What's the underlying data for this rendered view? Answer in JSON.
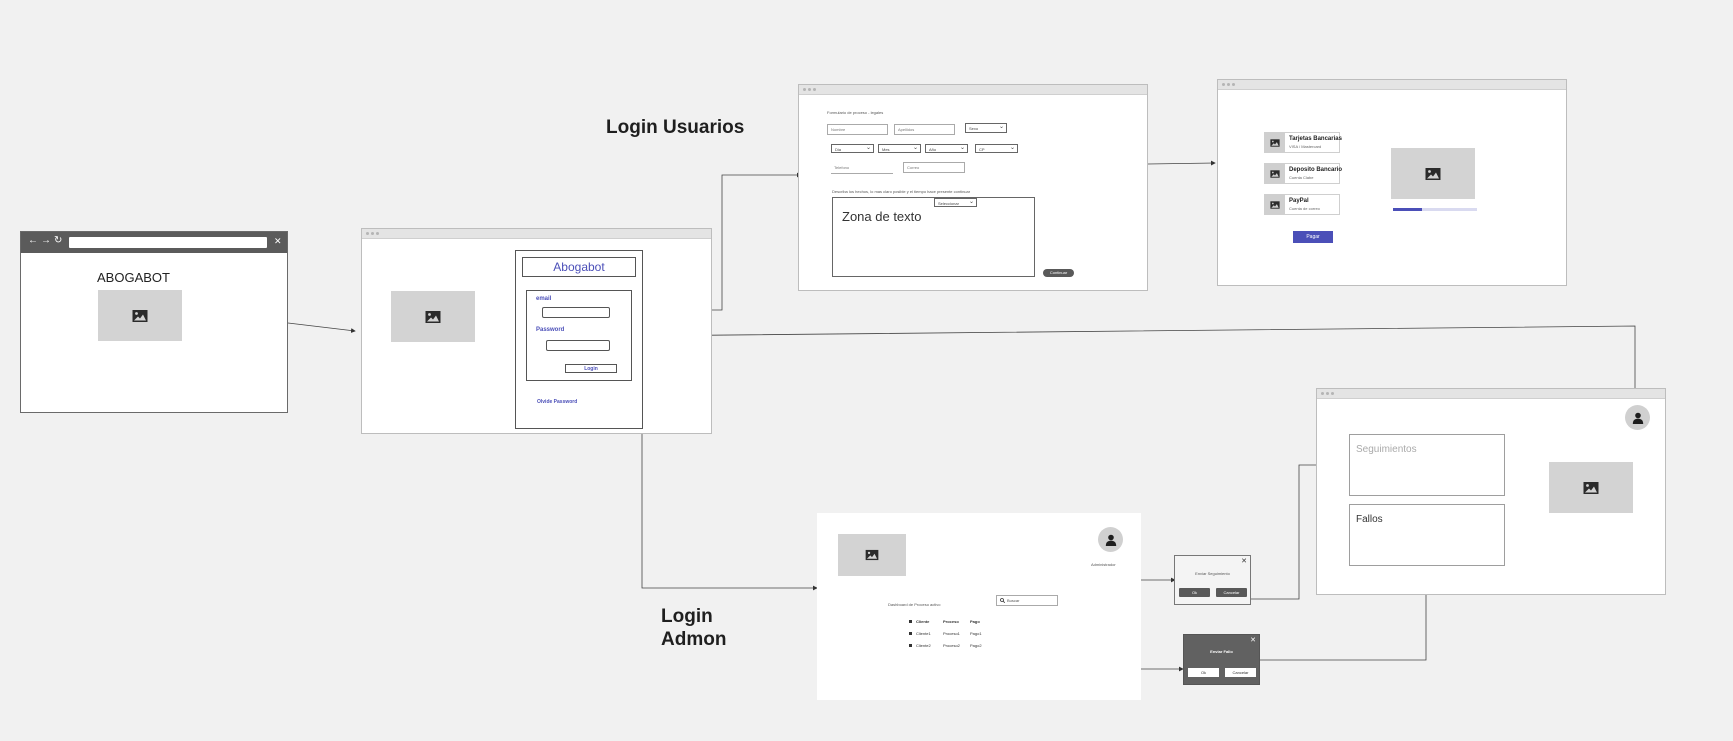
{
  "headings": {
    "login_usuarios": "Login Usuarios",
    "login_admon_line1": "Login",
    "login_admon_line2": "Admon"
  },
  "browser": {
    "title": "ABOGABOT",
    "nav_back": "←",
    "nav_forward": "→",
    "nav_reload": "↻",
    "close": "✕"
  },
  "login": {
    "title": "Abogabot",
    "email_label": "email",
    "password_label": "Password",
    "button": "Login",
    "forgot": "Olvide Password"
  },
  "form": {
    "title": "Formulario de proceso - legales",
    "nombre": "Nombre",
    "apellidos": "Apellidos",
    "sexo": "Sexo",
    "dia": "Dia",
    "mes": "Mes",
    "ano": "Año",
    "cp": "CP",
    "telefono": "Telefono",
    "correo": "Correo",
    "describe": "Describa los hechos, lo mas claro posible y el tiempo hace presente continuar",
    "textarea": "Zona de texto",
    "select": "Seleccionar",
    "continuar": "Continuar"
  },
  "payment": {
    "items": [
      {
        "title": "Tarjetas Bancarias",
        "sub": "VISA / Mastercard"
      },
      {
        "title": "Deposito Bancario",
        "sub": "Cuenta Clabe"
      },
      {
        "title": "PayPal",
        "sub": "Cuenta de correo"
      }
    ],
    "pay_button": "Pagar",
    "progress": 0.35
  },
  "admin": {
    "role": "Administrador",
    "dashboard_title": "Dashboard de Proceso activo",
    "search": "Buscar",
    "table_headers": [
      "Cliente",
      "Proceso",
      "Pago"
    ],
    "rows": [
      [
        "Cliente1",
        "Proceso1",
        "Pago1"
      ],
      [
        "Cliente2",
        "Proceso2",
        "Pago2"
      ]
    ]
  },
  "dialog_seg": {
    "title": "Enviar Seguimiento",
    "ok": "Ok",
    "cancel": "Cancelar"
  },
  "dialog_fallo": {
    "title": "Enviar Fallo",
    "ok": "Ok",
    "cancel": "Cancelar"
  },
  "result": {
    "seguimientos": "Seguimientos",
    "fallos": "Fallos"
  },
  "colors": {
    "accent": "#4b4fb8",
    "background": "#f1f1f1",
    "placeholder": "#d3d3d3",
    "dark": "#595959"
  },
  "icons": [
    "image-icon",
    "user-icon",
    "search-icon",
    "close-icon",
    "chevron-down-icon"
  ]
}
